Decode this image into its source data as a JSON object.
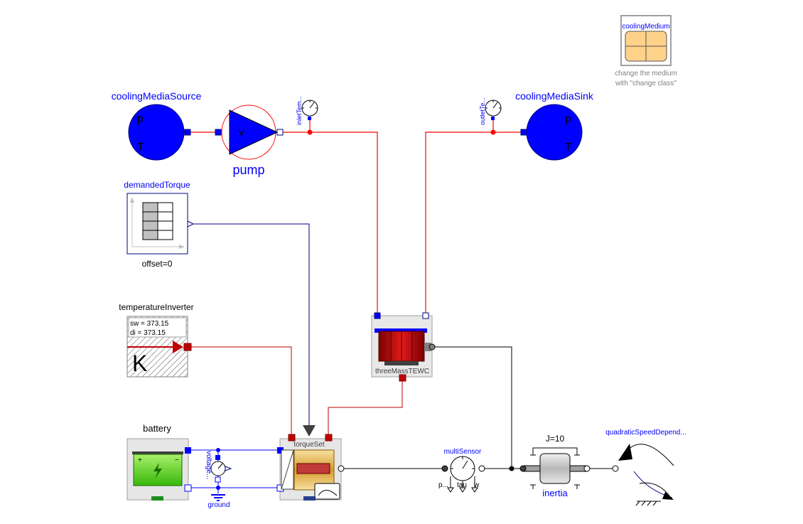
{
  "colors": {
    "fluid_pipe": "#ff0000",
    "heat_port": "#bf0000",
    "signal": "#00007f",
    "electric": "#0000ff",
    "mechanical": "#000000",
    "label": "#0000ff",
    "note": "#808080"
  },
  "components": {
    "cooling_medium": {
      "name": "coolingMedium",
      "note_line1": "change the medium",
      "note_line2": "with \"change class\""
    },
    "source": {
      "name": "coolingMediaSource",
      "p": "p",
      "t": "T"
    },
    "pump": {
      "name": "pump",
      "symbol": "V"
    },
    "inlet_sensor": {
      "name": "inletTem..."
    },
    "outlet_sensor": {
      "name": "outletTe..."
    },
    "sink": {
      "name": "coolingMediaSink",
      "p": "p",
      "t": "T"
    },
    "demanded_torque": {
      "name": "demandedTorque",
      "param": "offset=0"
    },
    "temperature_inverter": {
      "name": "temperatureInverter",
      "sw": "sw = 373.15",
      "di": "di = 373.15",
      "unit": "K"
    },
    "machine": {
      "name": "threeMassTEWC"
    },
    "battery": {
      "name": "battery",
      "voltage_sensor": "voltage...",
      "ground": "ground"
    },
    "torque_set": {
      "name": "torqueSet"
    },
    "multi_sensor": {
      "name": "multiSensor",
      "p": "p...",
      "tau": "tau",
      "w": "w"
    },
    "inertia": {
      "name": "inertia",
      "param": "J=10"
    },
    "load": {
      "name": "quadraticSpeedDepend..."
    }
  }
}
